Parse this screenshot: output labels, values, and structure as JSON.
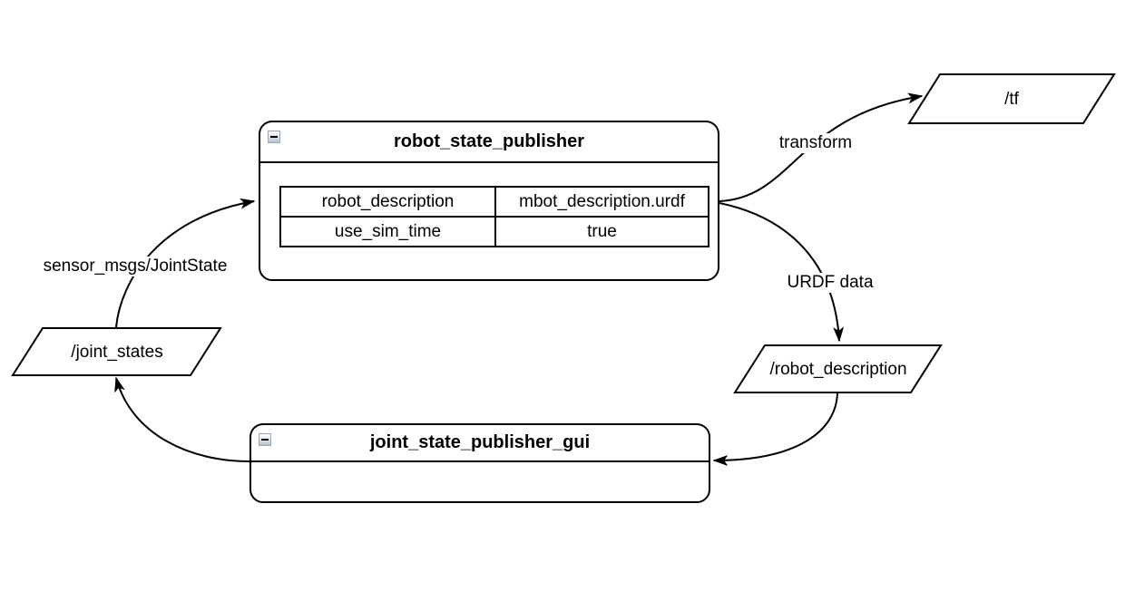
{
  "nodes": {
    "robot_state_publisher": {
      "title": "robot_state_publisher",
      "collapse_icon": "minus",
      "params": [
        {
          "name": "robot_description",
          "value": "mbot_description.urdf"
        },
        {
          "name": "use_sim_time",
          "value": "true"
        }
      ]
    },
    "joint_state_publisher_gui": {
      "title": "joint_state_publisher_gui",
      "collapse_icon": "minus"
    }
  },
  "topics": {
    "tf": "/tf",
    "joint_states": "/joint_states",
    "robot_description": "/robot_description"
  },
  "edge_labels": {
    "joint_state_msg": "sensor_msgs/JointState",
    "transform": "transform",
    "urdf_data": "URDF data"
  },
  "colors": {
    "stroke": "#000000",
    "shape_fill": "#ffffff",
    "background": "#ffffff",
    "collapse_button_border": "#9aa5bb"
  }
}
